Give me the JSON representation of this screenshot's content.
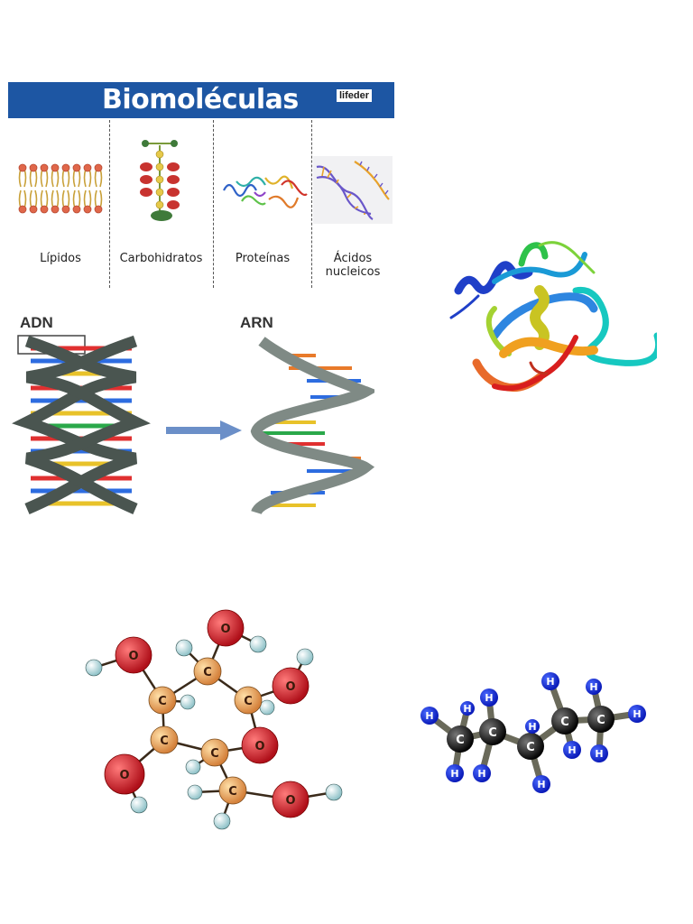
{
  "biomolecules": {
    "title": "Biomoléculas",
    "brand": "lifeder",
    "categories": [
      {
        "label": "Lípidos",
        "icon": "lipid-bilayer-icon"
      },
      {
        "label": "Carbohidratos",
        "icon": "carbohydrate-chain-icon"
      },
      {
        "label": "Proteínas",
        "icon": "protein-structure-icon"
      },
      {
        "label_line1": "Ácidos",
        "label_line2": "nucleicos",
        "icon": "nucleic-acid-icon"
      }
    ],
    "header_color": "#1d56a3"
  },
  "dna_rna": {
    "dna_label": "ADN",
    "rna_label": "ARN"
  },
  "molecules": {
    "glucose_atoms": [
      "O",
      "O",
      "O",
      "O",
      "O",
      "O",
      "C",
      "C",
      "C",
      "C",
      "C",
      "C"
    ],
    "hydrocarbon_atoms": [
      "C",
      "C",
      "C",
      "C",
      "C",
      "H",
      "H",
      "H",
      "H",
      "H",
      "H",
      "H",
      "H",
      "H",
      "H",
      "H",
      "H"
    ]
  }
}
